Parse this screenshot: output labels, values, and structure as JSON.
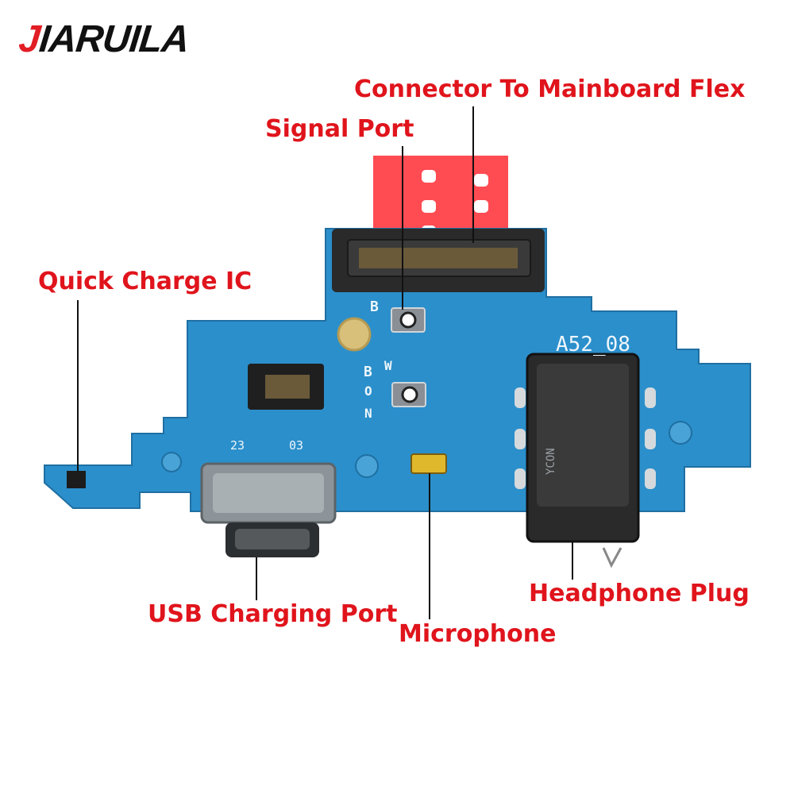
{
  "brand": {
    "first_letter": "J",
    "rest": "IARUILA"
  },
  "labels": {
    "connector": "Connector To Mainboard Flex",
    "signal_port": "Signal Port",
    "quick_charge_ic": "Quick Charge IC",
    "usb_port": "USB Charging Port",
    "microphone": "Microphone",
    "headphone_plug": "Headphone Plug"
  },
  "board_marks": {
    "model": "A52_08",
    "b1": "B",
    "b2": "B",
    "w": "W",
    "o": "O",
    "n": "N",
    "num_left": "23",
    "num_right": "03",
    "jack_brand": "YCON"
  },
  "colors": {
    "label_red": "#e0141c",
    "board_blue": "#2b8fcb",
    "flex_red": "#ff4b52"
  }
}
